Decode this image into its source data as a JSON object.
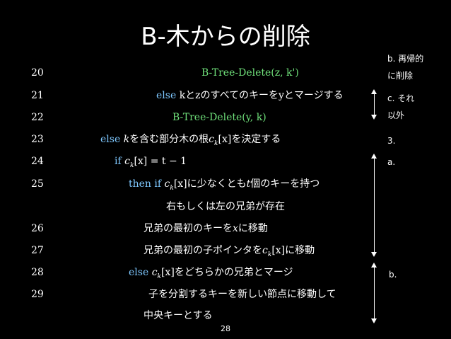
{
  "title": "B-木からの削除",
  "lines": [
    {
      "num": "20",
      "a": "B-Tree-Delete(z, k')"
    },
    {
      "num": "21",
      "a": "else",
      "b": "kとzのすべてのキーをyとマージする"
    },
    {
      "num": "22",
      "a": "B-Tree-Delete(y, k)"
    },
    {
      "num": "23",
      "a": "else",
      "b": "k",
      "c": "を含む部分木の根",
      "d": "c",
      "e": "k",
      "f": "[x]",
      "g": "を決定する"
    },
    {
      "num": "24",
      "a": "if",
      "b": "c",
      "c": "k",
      "d": "[x] = t − 1"
    },
    {
      "num": "25",
      "a": "then if",
      "b": "c",
      "c": "k",
      "d": "[x]",
      "e": "に少なくとも",
      "f": "t",
      "g": "個のキーを持つ"
    },
    {
      "num": "",
      "a": "右もしくは左の兄弟が存在"
    },
    {
      "num": "26",
      "a": "兄弟の最初のキーを",
      "b": "x",
      "c": "に移動"
    },
    {
      "num": "27",
      "a": "兄弟の最初の子ポインタを",
      "b": "c",
      "c": "k",
      "d": "[x]",
      "e": "に移動"
    },
    {
      "num": "28",
      "a": "else",
      "b": "c",
      "c": "k",
      "d": "[x]",
      "e": "をどちらかの兄弟とマージ"
    },
    {
      "num": "29",
      "a": "子を分割するキーを新しい節点に移動して"
    },
    {
      "num": "",
      "a": "中央キーとする"
    }
  ],
  "side": {
    "b1": "b. 再帰的",
    "b2": "に削除",
    "c1": "c. それ",
    "c2": "以外",
    "n3": "3.",
    "na": "a.",
    "nb": "b."
  },
  "page_number": "28",
  "colors": {
    "background": "#000000",
    "keyword": "#7ec8ff",
    "call": "#6fe07a",
    "text": "#ffffff"
  }
}
